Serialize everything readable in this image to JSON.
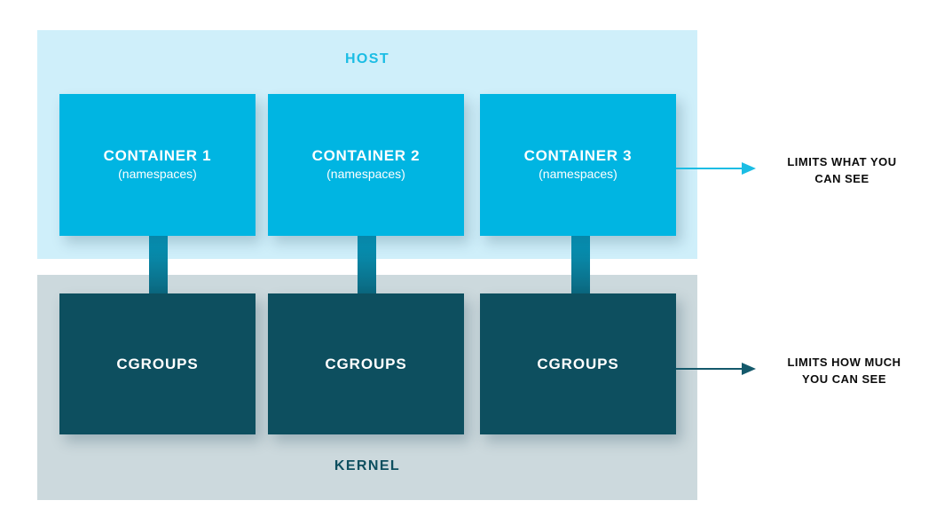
{
  "diagram": {
    "host": {
      "label": "HOST",
      "panel_color": "#cfeffa",
      "label_color": "#1bbde4"
    },
    "kernel": {
      "label": "KERNEL",
      "panel_color": "#ccd9dd",
      "label_color": "#0d4f5f"
    },
    "containers": [
      {
        "title": "CONTAINER 1",
        "subtitle": "(namespaces)"
      },
      {
        "title": "CONTAINER 2",
        "subtitle": "(namespaces)"
      },
      {
        "title": "CONTAINER 3",
        "subtitle": "(namespaces)"
      }
    ],
    "container_color": "#00b5e2",
    "cgroups": [
      {
        "title": "CGROUPS"
      },
      {
        "title": "CGROUPS"
      },
      {
        "title": "CGROUPS"
      }
    ],
    "cgroup_color": "#0d4f5f",
    "annotations": [
      {
        "text": "LIMITS WHAT YOU\nCAN SEE",
        "arrow_color": "#1bbde4",
        "target": "containers"
      },
      {
        "text": "LIMITS HOW MUCH\nYOU CAN SEE",
        "arrow_color": "#14596b",
        "target": "cgroups"
      }
    ]
  }
}
